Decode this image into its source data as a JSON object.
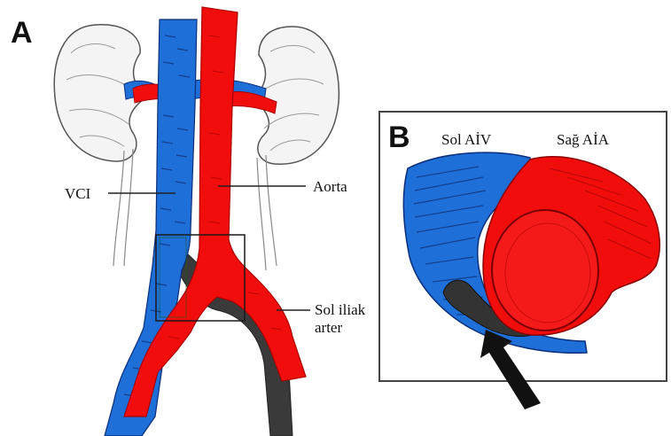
{
  "panels": {
    "a": {
      "letter": "A"
    },
    "b": {
      "letter": "B"
    }
  },
  "labels": {
    "vci": "VCI",
    "aorta": "Aorta",
    "sol_iliak_1": "Sol iliak",
    "sol_iliak_2": "arter",
    "sol_aiv": "Sol AİV",
    "sag_aia": "Sağ AİA"
  },
  "colors": {
    "vein": "#1f6fd8",
    "artery": "#f20d0d",
    "vein_dark": "#0b2f7a",
    "compressed": "#3a3a3a",
    "frame": "#444444"
  },
  "icons": [
    "kidney-left-icon",
    "kidney-right-icon",
    "compression-arrow-icon"
  ]
}
